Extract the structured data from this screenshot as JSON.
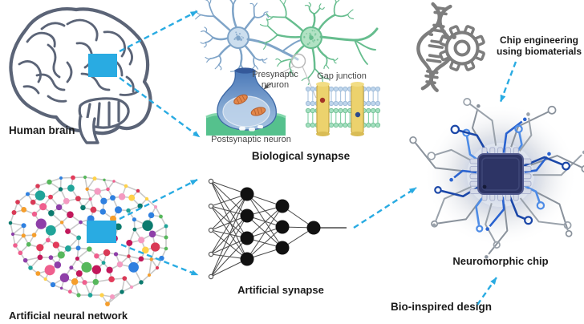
{
  "figure": {
    "description": "Concept figure linking brain and neural networks to neuromorphic chip design"
  },
  "labels": {
    "human_brain": "Human brain",
    "artificial_neural_network": "Artificial neural network",
    "biological_synapse": "Biological synapse",
    "artificial_synapse": "Artificial synapse",
    "presynaptic_neuron": "Presynaptic neuron",
    "postsynaptic_neuron": "Postsynaptic neuron",
    "gap_junction": "Gap junction",
    "chip_engineering": "Chip engineering using biomaterials",
    "neuromorphic_chip": "Neuromorphic chip",
    "bio_inspired_design": "Bio-inspired design"
  },
  "icons": {
    "dna_gear": "dna-and-gear-icon",
    "brain_outline": "brain-outline-icon",
    "network_brain": "network-brain-icon",
    "chip": "microchip-icon",
    "magnifier_circle": "zoom-region-marker"
  },
  "colors": {
    "accent": "#29abe2",
    "highlight_square": "#29abe2",
    "brain_outline": "#5b6477",
    "icon_gray": "#7d7d7d",
    "label_black": "#1a1a1a",
    "diagram_label_gray": "#474747",
    "neuron_blue_fill": "#ccdeee",
    "neuron_blue_stroke": "#7fa4c8",
    "neuron_green_fill": "#b2e2c4",
    "neuron_green_stroke": "#66bd8e",
    "terminal_blue": "#4a78b8",
    "postsynaptic_green": "#55c18d",
    "pillar_yellow": "#ecd26d",
    "membrane_blue": "#bfd6ec",
    "membrane_green": "#a4e0c0",
    "mitochondria_orange": "#e2874a",
    "chip_body": "#2d3465",
    "trace_blue": "#2a63d0",
    "trace_gray": "#9aa2ab",
    "mesh_edge": "#c9c9c9",
    "nn_ink": "#4a4a4a"
  }
}
